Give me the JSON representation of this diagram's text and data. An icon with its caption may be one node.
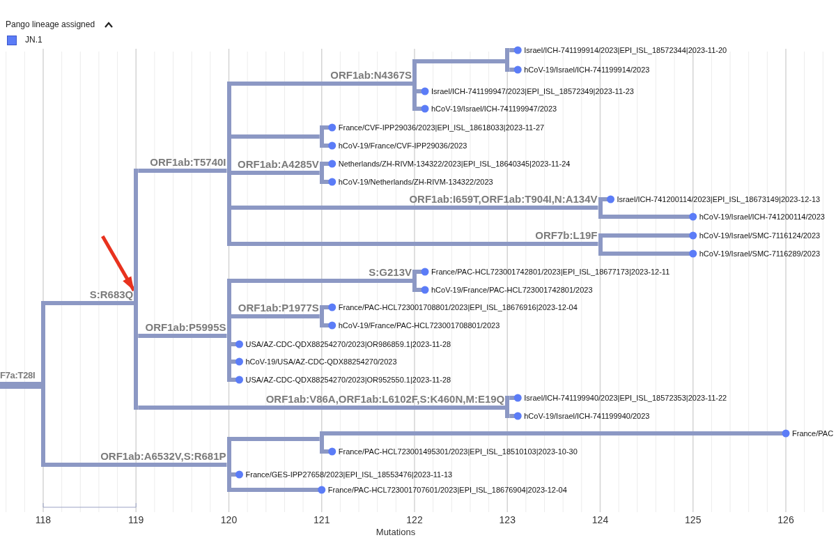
{
  "diagram": {
    "title": "Pango lineage assigned",
    "nodes": [
      {
        "text": [],
        "shape": "bar"
      },
      {
        "text": [],
        "shape": "bar"
      },
      {
        "text": [],
        "shape": "bar"
      },
      {
        "text": [],
        "shape": "bar"
      },
      {
        "text": [],
        "shape": "bar"
      },
      {
        "text": [
          "Israel/ICH-741199914/2023|EPI_ISL_18572344|2023-11-20"
        ]
      },
      {
        "text": [
          "hCoV-19/Israel/ICH-741199914/2023"
        ]
      },
      {
        "text": [
          "Israel/ICH-741199947/2023|EPI_ISL_18572349|2023-11-23"
        ]
      },
      {
        "text": [
          "hCoV-19/Israel/ICH-741199947/2023"
        ]
      },
      {
        "text": [],
        "shape": "bar"
      },
      {
        "text": [
          "France/CVF-IPP29036/2023|EPI_ISL_18618033|2023-11-27"
        ]
      },
      {
        "text": [
          "hCoV-19/France/CVF-IPP29036/2023"
        ]
      },
      {
        "text": [],
        "shape": "bar"
      },
      {
        "text": [
          "Netherlands/ZH-RIVM-134322/2023|EPI_ISL_18640345|2023-11-24"
        ]
      },
      {
        "text": [
          "hCoV-19/Netherlands/ZH-RIVM-134322/2023"
        ]
      },
      {
        "text": [],
        "shape": "bar"
      },
      {
        "text": [
          "Israel/ICH-741200114/2023|EPI_ISL_18673149|2023-12-13"
        ]
      },
      {
        "text": [
          "hCoV-19/Israel/ICH-741200114/2023"
        ]
      },
      {
        "text": [],
        "shape": "bar"
      },
      {
        "text": [
          "hCoV-19/Israel/SMC-7116124/2023"
        ]
      },
      {
        "text": [
          "hCoV-19/Israel/SMC-7116289/2023"
        ]
      },
      {
        "text": [],
        "shape": "bar"
      },
      {
        "text": [],
        "shape": "bar"
      },
      {
        "text": [
          "France/PAC-HCL723001742801/2023|EPI_ISL_18677173|2023-12-11"
        ]
      },
      {
        "text": [
          "hCoV-19/France/PAC-HCL723001742801/2023"
        ]
      },
      {
        "text": [],
        "shape": "bar"
      },
      {
        "text": [
          "France/PAC-HCL723001708801/2023|EPI_ISL_18676916|2023-12-04"
        ]
      },
      {
        "text": [
          "hCoV-19/France/PAC-HCL723001708801/2023"
        ]
      },
      {
        "text": [
          "USA/AZ-CDC-QDX88254270/2023|OR986859.1|2023-11-28"
        ]
      },
      {
        "text": [
          "hCoV-19/USA/AZ-CDC-QDX88254270/2023"
        ]
      },
      {
        "text": [
          "USA/AZ-CDC-QDX88254270/2023|OR952550.1|2023-11-28"
        ]
      },
      {
        "text": [],
        "shape": "bar"
      },
      {
        "text": [
          "Israel/ICH-741199940/2023|EPI_ISL_18572353|2023-11-22"
        ]
      },
      {
        "text": [
          "hCoV-19/Israel/ICH-741199940/2023"
        ]
      },
      {
        "text": [],
        "shape": "bar"
      },
      {
        "text": [],
        "shape": "bar"
      },
      {
        "text": [
          "France/PAC"
        ]
      },
      {
        "text": [
          "France/PAC-HCL723001495301/2023|EPI_ISL_18510103|2023-10-30"
        ]
      },
      {
        "text": [
          "France/GES-IPP27658/2023|EPI_ISL_18553476|2023-11-13"
        ]
      },
      {
        "text": [
          "France/PAC-HCL723001707601/2023|EPI_ISL_18676904|2023-12-04"
        ]
      }
    ],
    "edges": [
      {
        "from": null,
        "to": 0,
        "arrow": "none",
        "label": "F7a:T28I"
      },
      {
        "from": 0,
        "to": 1,
        "arrow": "none",
        "label": "S:R683Q"
      },
      {
        "from": 1,
        "to": 2,
        "arrow": "none",
        "label": "ORF1ab:T5740I"
      },
      {
        "from": 2,
        "to": 3,
        "arrow": "none",
        "label": "ORF1ab:N4367S"
      },
      {
        "from": 3,
        "to": 4,
        "arrow": "none"
      },
      {
        "from": 4,
        "to": 5,
        "arrow": "other"
      },
      {
        "from": 4,
        "to": 6,
        "arrow": "other"
      },
      {
        "from": 3,
        "to": 7,
        "arrow": "other"
      },
      {
        "from": 3,
        "to": 8,
        "arrow": "other"
      },
      {
        "from": 2,
        "to": 9,
        "arrow": "none"
      },
      {
        "from": 9,
        "to": 10,
        "arrow": "other"
      },
      {
        "from": 9,
        "to": 11,
        "arrow": "other"
      },
      {
        "from": 2,
        "to": 12,
        "arrow": "none",
        "label": "ORF1ab:A4285V"
      },
      {
        "from": 12,
        "to": 13,
        "arrow": "other"
      },
      {
        "from": 12,
        "to": 14,
        "arrow": "other"
      },
      {
        "from": 2,
        "to": 15,
        "arrow": "none",
        "label": "ORF1ab:I659T,ORF1ab:T904I,N:A134V"
      },
      {
        "from": 15,
        "to": 16,
        "arrow": "other"
      },
      {
        "from": 15,
        "to": 17,
        "arrow": "other"
      },
      {
        "from": 2,
        "to": 18,
        "arrow": "none",
        "label": "ORF7b:L19F"
      },
      {
        "from": 18,
        "to": 19,
        "arrow": "other"
      },
      {
        "from": 18,
        "to": 20,
        "arrow": "other"
      },
      {
        "from": 1,
        "to": 21,
        "arrow": "none",
        "label": "ORF1ab:P5995S"
      },
      {
        "from": 21,
        "to": 22,
        "arrow": "none",
        "label": "S:G213V"
      },
      {
        "from": 22,
        "to": 23,
        "arrow": "other"
      },
      {
        "from": 22,
        "to": 24,
        "arrow": "other"
      },
      {
        "from": 21,
        "to": 25,
        "arrow": "none",
        "label": "ORF1ab:P1977S"
      },
      {
        "from": 25,
        "to": 26,
        "arrow": "other"
      },
      {
        "from": 25,
        "to": 27,
        "arrow": "other"
      },
      {
        "from": 21,
        "to": 28,
        "arrow": "other"
      },
      {
        "from": 21,
        "to": 29,
        "arrow": "other"
      },
      {
        "from": 21,
        "to": 30,
        "arrow": "other"
      },
      {
        "from": 1,
        "to": 31,
        "arrow": "none",
        "label": "ORF1ab:V86A,ORF1ab:L6102F,S:K460N,M:E19Q"
      },
      {
        "from": 31,
        "to": 32,
        "arrow": "other"
      },
      {
        "from": 31,
        "to": 33,
        "arrow": "other"
      },
      {
        "from": 0,
        "to": 34,
        "arrow": "none",
        "label": "ORF1ab:A6532V,S:R681P"
      },
      {
        "from": 34,
        "to": 35,
        "arrow": "none"
      },
      {
        "from": 35,
        "to": 36,
        "arrow": "other"
      },
      {
        "from": 35,
        "to": 37,
        "arrow": "other"
      },
      {
        "from": 34,
        "to": 38,
        "arrow": "other"
      },
      {
        "from": 34,
        "to": 39,
        "arrow": "other"
      },
      {
        "from": null,
        "to": 1,
        "arrow": "to",
        "color": "#e8321e"
      }
    ],
    "labels": [
      "118",
      "119",
      "120",
      "121",
      "122",
      "123",
      "124",
      "125",
      "126",
      "Mutations"
    ],
    "legend": [
      {
        "text": "JN.1",
        "color": "#5b7cf7"
      }
    ]
  }
}
